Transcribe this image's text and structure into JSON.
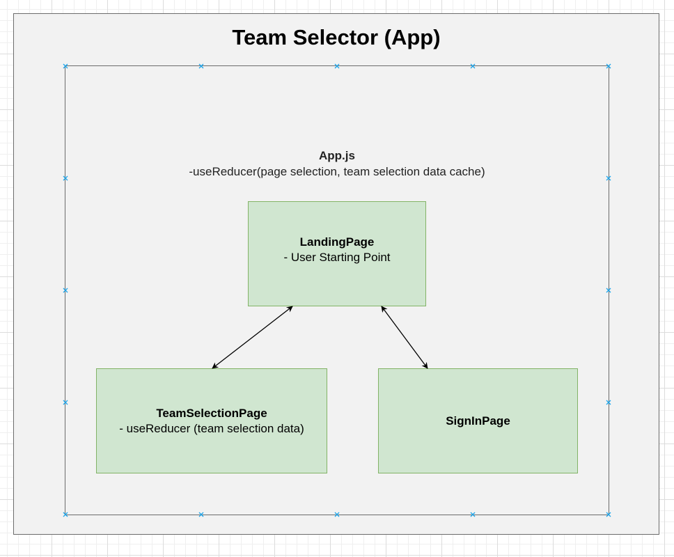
{
  "diagram": {
    "title": "Team Selector (App)",
    "app": {
      "name": "App.js",
      "detail": "-useReducer(page selection, team selection data cache)"
    },
    "nodes": {
      "landing": {
        "name": "LandingPage",
        "detail": "- User Starting Point"
      },
      "team_selection": {
        "name": "TeamSelectionPage",
        "detail": "- useReducer (team selection data)"
      },
      "sign_in": {
        "name": "SignInPage"
      }
    },
    "edges": [
      {
        "from": "LandingPage",
        "to": "TeamSelectionPage",
        "direction": "both"
      },
      {
        "from": "LandingPage",
        "to": "SignInPage",
        "direction": "both"
      }
    ],
    "colors": {
      "canvas": "#ffffff",
      "frame_fill": "#f2f2f2",
      "frame_stroke": "#6b6b6b",
      "node_fill": "#d0e6d0",
      "node_stroke": "#82b366",
      "handle": "#1aa3e8",
      "arrow": "#000000"
    }
  }
}
